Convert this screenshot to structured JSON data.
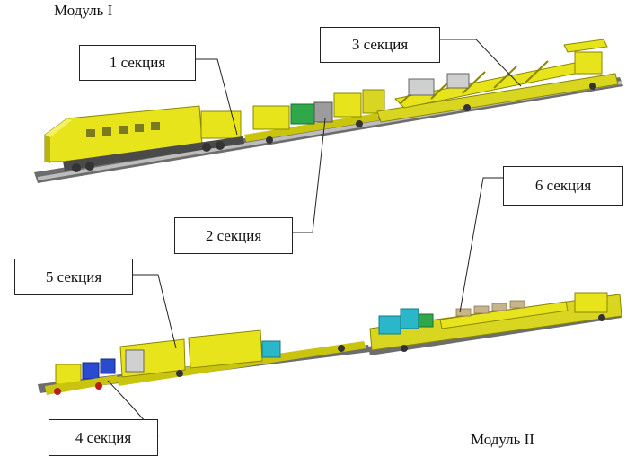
{
  "modules": {
    "module1": "Модуль I",
    "module2": "Модуль II"
  },
  "sections": {
    "s1": "1 секция",
    "s2": "2 секция",
    "s3": "3 секция",
    "s4": "4 секция",
    "s5": "5 секция",
    "s6": "6 секция"
  },
  "colors": {
    "car_yellow": "#e8e41c",
    "car_yellow_dark": "#b8b40e",
    "green_unit": "#2fa84a",
    "cyan_unit": "#2ab7c9",
    "blue_unit": "#2a4bd0",
    "rail": "#555555"
  }
}
